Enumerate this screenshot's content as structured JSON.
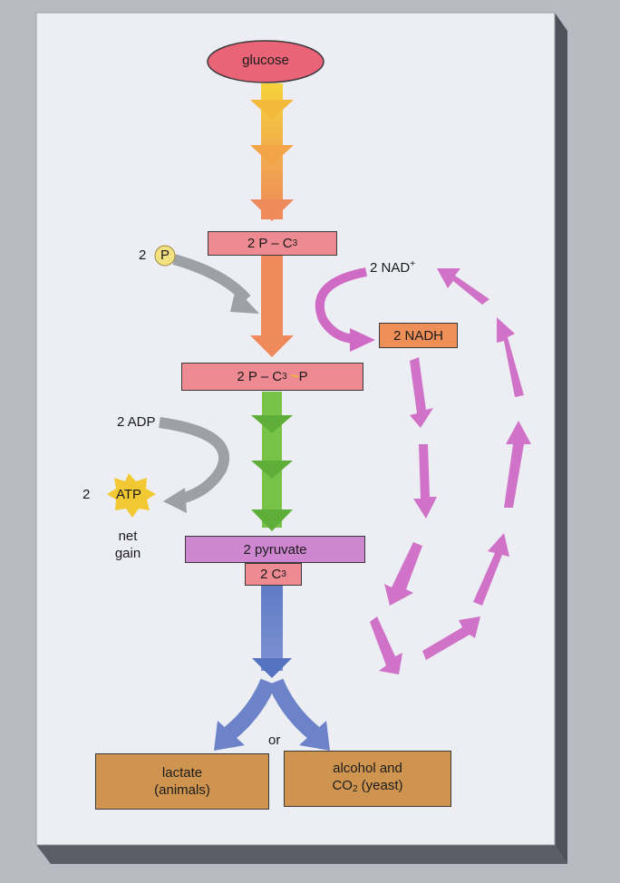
{
  "diagram": {
    "glucose": "glucose",
    "box_2p_c3": {
      "prefix": "2 P – C",
      "sub": "3"
    },
    "phosphate_count": "2",
    "phosphate_symbol": "P",
    "nad": {
      "text": "2 NAD",
      "sup": "+"
    },
    "nadh": "2 NADH",
    "box_2p_c3_p": {
      "prefix": "2 P – C",
      "sub": "3",
      "bond": "~",
      "suffix": " P"
    },
    "adp": "2 ADP",
    "atp_count": "2",
    "atp": "ATP",
    "net_gain_line1": "net",
    "net_gain_line2": "gain",
    "pyruvate": "2 pyruvate",
    "box_2c3": {
      "prefix": "2 C",
      "sub": "3"
    },
    "or": "or",
    "lactate_line1": "lactate",
    "lactate_line2": "(animals)",
    "alcohol_line1": "alcohol and",
    "alcohol_line2_prefix": "CO",
    "alcohol_line2_sub": "2",
    "alcohol_line2_suffix": " (yeast)"
  },
  "colors": {
    "paper": "#eceef3",
    "glucose_fill": "#ea6477",
    "yellow_arrow": "#f3c23a",
    "orange_arrow": "#ee8a5c",
    "green_arrow": "#78c248",
    "blue_arrow": "#6d83c9",
    "magenta_arrow": "#cf6bc4",
    "gray_arrow": "#9ea0a8",
    "atp_star": "#f2c932"
  }
}
